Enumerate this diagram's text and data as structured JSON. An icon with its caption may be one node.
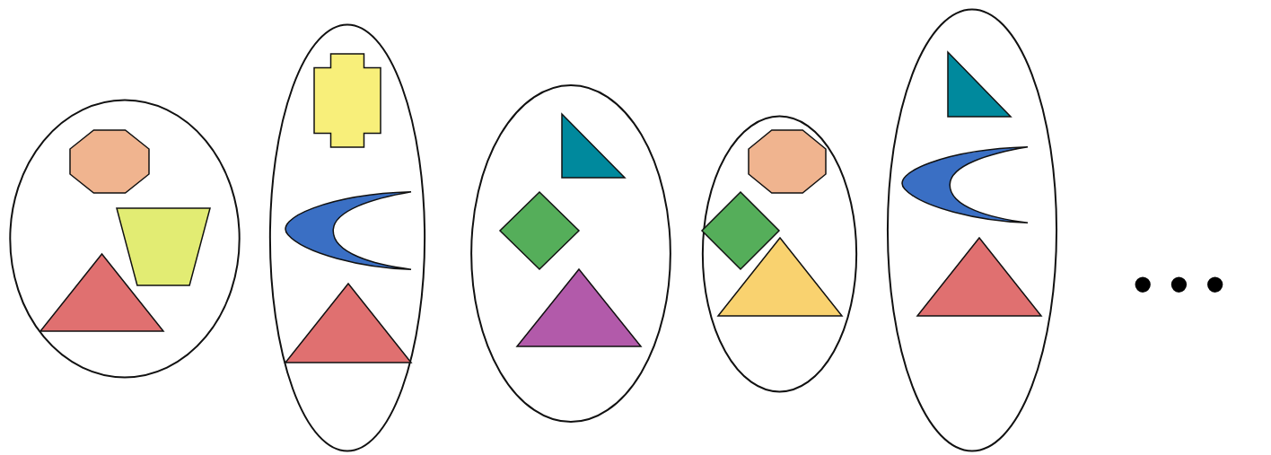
{
  "diagram": {
    "nodes": [
      {
        "text": [],
        "shape": "ellipse"
      },
      {
        "text": [],
        "shape": "octagon",
        "in": 0
      },
      {
        "text": [],
        "shape": "trapezoid",
        "in": 0
      },
      {
        "text": [],
        "shape": "triangle",
        "in": 0
      },
      {
        "text": [],
        "shape": "ellipse"
      },
      {
        "text": [],
        "shape": "cross",
        "in": 4
      },
      {
        "text": [],
        "shape": "crescent",
        "in": 4
      },
      {
        "text": [],
        "shape": "triangle",
        "in": 4
      },
      {
        "text": [],
        "shape": "ellipse"
      },
      {
        "text": [],
        "shape": "triangle",
        "in": 8
      },
      {
        "text": [],
        "shape": "diamond",
        "in": 8
      },
      {
        "text": [],
        "shape": "triangle",
        "in": 8
      },
      {
        "text": [],
        "shape": "ellipse"
      },
      {
        "text": [],
        "shape": "octagon",
        "in": 12
      },
      {
        "text": [],
        "shape": "diamond",
        "in": 12
      },
      {
        "text": [],
        "shape": "triangle",
        "in": 12
      },
      {
        "text": [],
        "shape": "ellipse"
      },
      {
        "text": [],
        "shape": "triangle",
        "in": 16
      },
      {
        "text": [],
        "shape": "crescent",
        "in": 16
      },
      {
        "text": [],
        "shape": "triangle",
        "in": 16
      }
    ],
    "edges": [],
    "labels": [
      "• • •"
    ]
  }
}
